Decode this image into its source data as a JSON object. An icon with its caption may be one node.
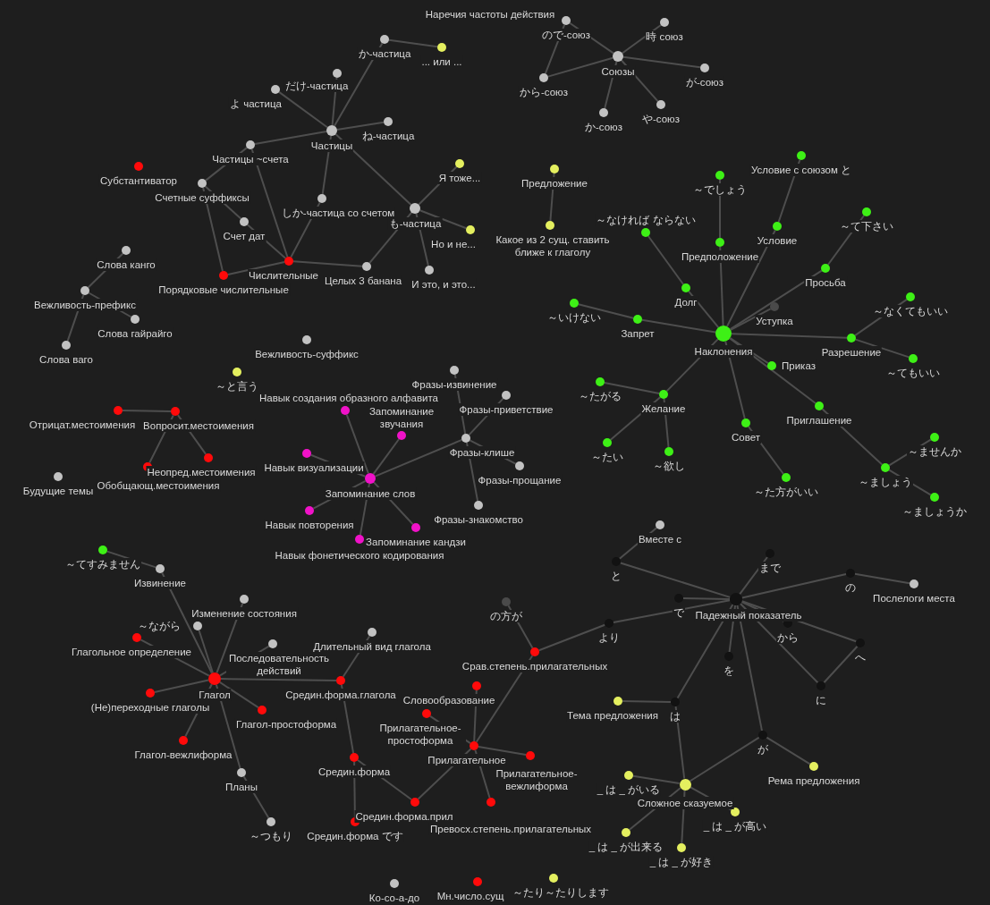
{
  "diagram": {
    "nodes": [
      {
        "text": [
          "か-частица"
        ]
      },
      {
        "text": [
          "... или ..."
        ]
      },
      {
        "text": [
          "だけ-частица"
        ]
      },
      {
        "text": [
          "よ частица"
        ]
      },
      {
        "text": [
          "ね-частица"
        ]
      },
      {
        "text": [
          "Частицы"
        ]
      },
      {
        "text": [
          "Частицы ~счета"
        ]
      },
      {
        "text": [
          "Субстантиватор"
        ]
      },
      {
        "text": [
          "Я тоже..."
        ]
      },
      {
        "text": [
          "Счетные суффиксы"
        ]
      },
      {
        "text": [
          "しか-частица со счетом"
        ]
      },
      {
        "text": [
          "も-частица"
        ]
      },
      {
        "text": [
          "Счет дат"
        ]
      },
      {
        "text": [
          "Но и не..."
        ]
      },
      {
        "text": [
          "Числительные"
        ]
      },
      {
        "text": [
          "Порядковые числительные"
        ]
      },
      {
        "text": [
          "Целых 3 банана"
        ]
      },
      {
        "text": [
          "И это, и это..."
        ]
      },
      {
        "text": [
          "ので-союз"
        ]
      },
      {
        "text": [
          "時 союз"
        ]
      },
      {
        "text": [
          "Союзы"
        ]
      },
      {
        "text": [
          "が-союз"
        ]
      },
      {
        "text": [
          "から-союз"
        ]
      },
      {
        "text": [
          "や-союз"
        ]
      },
      {
        "text": [
          "か-союз"
        ]
      },
      {
        "text": [
          "Предложение"
        ]
      },
      {
        "text": [
          "Какое из 2 сущ. ставить ближе к глаголу"
        ]
      },
      {
        "text": [
          "Слова канго"
        ]
      },
      {
        "text": [
          "Вежливость-префикс"
        ]
      },
      {
        "text": [
          "Слова гайрайго"
        ]
      },
      {
        "text": [
          "Слова ваго"
        ]
      },
      {
        "text": [
          "Вежливость-суффикс"
        ]
      },
      {
        "text": [
          "～と言う"
        ]
      },
      {
        "text": [
          "Условие с союзом と"
        ]
      },
      {
        "text": [
          "～でしょう"
        ]
      },
      {
        "text": [
          "～て下さい"
        ]
      },
      {
        "text": [
          "Условие"
        ]
      },
      {
        "text": [
          "～なければ ならない"
        ]
      },
      {
        "text": [
          "Предположение"
        ]
      },
      {
        "text": [
          "Просьба"
        ]
      },
      {
        "text": [
          "Долг"
        ]
      },
      {
        "text": [
          "～なくてもいい"
        ]
      },
      {
        "text": [
          "～いけない"
        ]
      },
      {
        "text": [
          "Уступка"
        ]
      },
      {
        "text": [
          "Запрет"
        ]
      },
      {
        "text": [
          "Наклонения"
        ]
      },
      {
        "text": [
          "Разрешение"
        ]
      },
      {
        "text": [
          "～てもいい"
        ]
      },
      {
        "text": [
          "Приказ"
        ]
      },
      {
        "text": [
          "～たがる"
        ]
      },
      {
        "text": [
          "Желание"
        ]
      },
      {
        "text": [
          "Приглашение"
        ]
      },
      {
        "text": [
          "Совет"
        ]
      },
      {
        "text": [
          "～ませんか"
        ]
      },
      {
        "text": [
          "～たい"
        ]
      },
      {
        "text": [
          "～欲し"
        ]
      },
      {
        "text": [
          "～ましょう"
        ]
      },
      {
        "text": [
          "～た方がいい"
        ]
      },
      {
        "text": [
          "～ましょうか"
        ]
      },
      {
        "text": [
          "Отрицат.местоимения"
        ]
      },
      {
        "text": [
          "Вопросит.местоимения"
        ]
      },
      {
        "text": [
          "Неопред.местоимения"
        ]
      },
      {
        "text": [
          "Обобщающ.местоимения"
        ]
      },
      {
        "text": [
          "Будущие темы"
        ]
      },
      {
        "text": [
          "Фразы-извинение"
        ]
      },
      {
        "text": [
          "Фразы-приветствие"
        ]
      },
      {
        "text": [
          "Навык создания образного алфавита"
        ]
      },
      {
        "text": [
          "Запоминание звучания"
        ]
      },
      {
        "text": [
          "Фразы-клише"
        ]
      },
      {
        "text": [
          "Навык визуализации"
        ]
      },
      {
        "text": [
          "Фразы-прощание"
        ]
      },
      {
        "text": [
          "Запоминание слов"
        ]
      },
      {
        "text": [
          "Фразы-знакомство"
        ]
      },
      {
        "text": [
          "Навык повторения"
        ]
      },
      {
        "text": [
          "Запоминание кандзи"
        ]
      },
      {
        "text": [
          "Навык фонетического кодирования"
        ]
      },
      {
        "text": [
          "～てすみません"
        ]
      },
      {
        "text": [
          "Извинение"
        ]
      },
      {
        "text": [
          "Изменение состояния"
        ]
      },
      {
        "text": [
          "～ながら"
        ]
      },
      {
        "text": [
          "Глагольное определение"
        ]
      },
      {
        "text": [
          "Длительный вид глагола"
        ]
      },
      {
        "text": [
          "Последовательность действий"
        ]
      },
      {
        "text": [
          "Глагол"
        ]
      },
      {
        "text": [
          "Средин.форма.глагола"
        ]
      },
      {
        "text": [
          "(Не)переходные глаголы"
        ]
      },
      {
        "text": [
          "Глагол-простоформа"
        ]
      },
      {
        "text": [
          "Глагол-вежлиформа"
        ]
      },
      {
        "text": [
          "Средин.форма"
        ]
      },
      {
        "text": [
          "Планы"
        ]
      },
      {
        "text": [
          "Средин.форма.прил"
        ]
      },
      {
        "text": [
          "Средин.форма です"
        ]
      },
      {
        "text": [
          "～つもり"
        ]
      },
      {
        "text": [
          "の方が"
        ]
      },
      {
        "text": [
          "Срав.степень.прилагательных"
        ]
      },
      {
        "text": [
          "Словообразование"
        ]
      },
      {
        "text": [
          "Прилагательное-простоформа"
        ]
      },
      {
        "text": [
          "Прилагательное"
        ]
      },
      {
        "text": [
          "Прилагательное-вежлиформа"
        ]
      },
      {
        "text": [
          "Превосх.степень.прилагательных"
        ]
      },
      {
        "text": [
          "Вместе с"
        ]
      },
      {
        "text": [
          "まで"
        ]
      },
      {
        "text": [
          "と"
        ]
      },
      {
        "text": [
          "の"
        ]
      },
      {
        "text": [
          "Послелоги места"
        ]
      },
      {
        "text": [
          "で"
        ]
      },
      {
        "text": [
          "Падежный показатель"
        ]
      },
      {
        "text": [
          "より"
        ]
      },
      {
        "text": [
          "から"
        ]
      },
      {
        "text": [
          "へ"
        ]
      },
      {
        "text": [
          "を"
        ]
      },
      {
        "text": [
          "に"
        ]
      },
      {
        "text": [
          "Тема предложения"
        ]
      },
      {
        "text": [
          "は"
        ]
      },
      {
        "text": [
          "が"
        ]
      },
      {
        "text": [
          "Рема предложения"
        ]
      },
      {
        "text": [
          "_ は _ がいる"
        ]
      },
      {
        "text": [
          "Сложное сказуемое"
        ]
      },
      {
        "text": [
          "_ は _ が高い"
        ]
      },
      {
        "text": [
          "_ は _ が出来る"
        ]
      },
      {
        "text": [
          "_ は _ が好き"
        ]
      },
      {
        "text": [
          "Ко-со-а-до"
        ]
      },
      {
        "text": [
          "Мн.число.сущ"
        ]
      },
      {
        "text": [
          "～たり～たりします"
        ]
      }
    ],
    "edges": [
      {
        "from": 0,
        "to": 5,
        "arrow": "none"
      },
      {
        "from": 0,
        "to": 1,
        "arrow": "none"
      },
      {
        "from": 2,
        "to": 5,
        "arrow": "none"
      },
      {
        "from": 3,
        "to": 5,
        "arrow": "none"
      },
      {
        "from": 4,
        "to": 5,
        "arrow": "none"
      },
      {
        "from": 5,
        "to": 6,
        "arrow": "none"
      },
      {
        "from": 5,
        "to": 10,
        "arrow": "none"
      },
      {
        "from": 5,
        "to": 11,
        "arrow": "none"
      },
      {
        "from": 6,
        "to": 9,
        "arrow": "none"
      },
      {
        "from": 6,
        "to": 14,
        "arrow": "none"
      },
      {
        "from": 9,
        "to": 12,
        "arrow": "none"
      },
      {
        "from": 12,
        "to": 14,
        "arrow": "none"
      },
      {
        "from": 9,
        "to": 15,
        "arrow": "none"
      },
      {
        "from": 15,
        "to": 14,
        "arrow": "none"
      },
      {
        "from": 10,
        "to": 14,
        "arrow": "none"
      },
      {
        "from": 14,
        "to": 16,
        "arrow": "none"
      },
      {
        "from": 11,
        "to": 8,
        "arrow": "none"
      },
      {
        "from": 11,
        "to": 13,
        "arrow": "none"
      },
      {
        "from": 11,
        "to": 16,
        "arrow": "none"
      },
      {
        "from": 11,
        "to": 17,
        "arrow": "none"
      },
      {
        "from": 18,
        "to": 22,
        "arrow": "none"
      },
      {
        "from": 18,
        "to": 20,
        "arrow": "none"
      },
      {
        "from": 19,
        "to": 20,
        "arrow": "none"
      },
      {
        "from": 20,
        "to": 21,
        "arrow": "none"
      },
      {
        "from": 20,
        "to": 22,
        "arrow": "none"
      },
      {
        "from": 20,
        "to": 23,
        "arrow": "none"
      },
      {
        "from": 20,
        "to": 24,
        "arrow": "none"
      },
      {
        "from": 25,
        "to": 26,
        "arrow": "none"
      },
      {
        "from": 27,
        "to": 28,
        "arrow": "none"
      },
      {
        "from": 28,
        "to": 29,
        "arrow": "none"
      },
      {
        "from": 28,
        "to": 30,
        "arrow": "none"
      },
      {
        "from": 34,
        "to": 38,
        "arrow": "none"
      },
      {
        "from": 38,
        "to": 45,
        "arrow": "none"
      },
      {
        "from": 33,
        "to": 36,
        "arrow": "none"
      },
      {
        "from": 36,
        "to": 45,
        "arrow": "none"
      },
      {
        "from": 35,
        "to": 39,
        "arrow": "none"
      },
      {
        "from": 39,
        "to": 45,
        "arrow": "none"
      },
      {
        "from": 43,
        "to": 45,
        "arrow": "none"
      },
      {
        "from": 37,
        "to": 40,
        "arrow": "none"
      },
      {
        "from": 40,
        "to": 45,
        "arrow": "none"
      },
      {
        "from": 42,
        "to": 44,
        "arrow": "none"
      },
      {
        "from": 44,
        "to": 45,
        "arrow": "none"
      },
      {
        "from": 45,
        "to": 46,
        "arrow": "none"
      },
      {
        "from": 46,
        "to": 41,
        "arrow": "none"
      },
      {
        "from": 46,
        "to": 47,
        "arrow": "none"
      },
      {
        "from": 45,
        "to": 48,
        "arrow": "none"
      },
      {
        "from": 45,
        "to": 51,
        "arrow": "none"
      },
      {
        "from": 51,
        "to": 56,
        "arrow": "none"
      },
      {
        "from": 56,
        "to": 53,
        "arrow": "none"
      },
      {
        "from": 56,
        "to": 58,
        "arrow": "none"
      },
      {
        "from": 45,
        "to": 50,
        "arrow": "none"
      },
      {
        "from": 49,
        "to": 50,
        "arrow": "none"
      },
      {
        "from": 50,
        "to": 54,
        "arrow": "none"
      },
      {
        "from": 50,
        "to": 55,
        "arrow": "none"
      },
      {
        "from": 45,
        "to": 52,
        "arrow": "none"
      },
      {
        "from": 52,
        "to": 57,
        "arrow": "none"
      },
      {
        "from": 59,
        "to": 60,
        "arrow": "none"
      },
      {
        "from": 60,
        "to": 61,
        "arrow": "none"
      },
      {
        "from": 60,
        "to": 62,
        "arrow": "none"
      },
      {
        "from": 64,
        "to": 68,
        "arrow": "none"
      },
      {
        "from": 65,
        "to": 68,
        "arrow": "none"
      },
      {
        "from": 68,
        "to": 70,
        "arrow": "none"
      },
      {
        "from": 68,
        "to": 72,
        "arrow": "none"
      },
      {
        "from": 68,
        "to": 71,
        "arrow": "none"
      },
      {
        "from": 71,
        "to": 66,
        "arrow": "none"
      },
      {
        "from": 71,
        "to": 67,
        "arrow": "none"
      },
      {
        "from": 71,
        "to": 69,
        "arrow": "none"
      },
      {
        "from": 71,
        "to": 73,
        "arrow": "none"
      },
      {
        "from": 71,
        "to": 74,
        "arrow": "none"
      },
      {
        "from": 71,
        "to": 75,
        "arrow": "none"
      },
      {
        "from": 76,
        "to": 77,
        "arrow": "none"
      },
      {
        "from": 77,
        "to": 83,
        "arrow": "none"
      },
      {
        "from": 78,
        "to": 83,
        "arrow": "none"
      },
      {
        "from": 79,
        "to": 83,
        "arrow": "none"
      },
      {
        "from": 80,
        "to": 83,
        "arrow": "none"
      },
      {
        "from": 82,
        "to": 83,
        "arrow": "none"
      },
      {
        "from": 83,
        "to": 84,
        "arrow": "none"
      },
      {
        "from": 85,
        "to": 83,
        "arrow": "none"
      },
      {
        "from": 86,
        "to": 83,
        "arrow": "none"
      },
      {
        "from": 87,
        "to": 83,
        "arrow": "none"
      },
      {
        "from": 83,
        "to": 89,
        "arrow": "none"
      },
      {
        "from": 89,
        "to": 92,
        "arrow": "none"
      },
      {
        "from": 84,
        "to": 81,
        "arrow": "none"
      },
      {
        "from": 84,
        "to": 88,
        "arrow": "none"
      },
      {
        "from": 88,
        "to": 91,
        "arrow": "none"
      },
      {
        "from": 88,
        "to": 90,
        "arrow": "none"
      },
      {
        "from": 90,
        "to": 97,
        "arrow": "none"
      },
      {
        "from": 97,
        "to": 95,
        "arrow": "none"
      },
      {
        "from": 97,
        "to": 96,
        "arrow": "none"
      },
      {
        "from": 97,
        "to": 98,
        "arrow": "none"
      },
      {
        "from": 97,
        "to": 99,
        "arrow": "none"
      },
      {
        "from": 97,
        "to": 94,
        "arrow": "none"
      },
      {
        "from": 94,
        "to": 93,
        "arrow": "none"
      },
      {
        "from": 94,
        "to": 107,
        "arrow": "none"
      },
      {
        "from": 100,
        "to": 102,
        "arrow": "none"
      },
      {
        "from": 102,
        "to": 106,
        "arrow": "none"
      },
      {
        "from": 101,
        "to": 106,
        "arrow": "none"
      },
      {
        "from": 105,
        "to": 106,
        "arrow": "none"
      },
      {
        "from": 103,
        "to": 106,
        "arrow": "none"
      },
      {
        "from": 103,
        "to": 104,
        "arrow": "none"
      },
      {
        "from": 106,
        "to": 107,
        "arrow": "none"
      },
      {
        "from": 106,
        "to": 108,
        "arrow": "none"
      },
      {
        "from": 106,
        "to": 109,
        "arrow": "none"
      },
      {
        "from": 109,
        "to": 111,
        "arrow": "none"
      },
      {
        "from": 106,
        "to": 111,
        "arrow": "none"
      },
      {
        "from": 106,
        "to": 110,
        "arrow": "none"
      },
      {
        "from": 106,
        "to": 113,
        "arrow": "none"
      },
      {
        "from": 106,
        "to": 114,
        "arrow": "none"
      },
      {
        "from": 112,
        "to": 113,
        "arrow": "none"
      },
      {
        "from": 113,
        "to": 117,
        "arrow": "none"
      },
      {
        "from": 114,
        "to": 117,
        "arrow": "none"
      },
      {
        "from": 114,
        "to": 115,
        "arrow": "none"
      },
      {
        "from": 117,
        "to": 116,
        "arrow": "none"
      },
      {
        "from": 117,
        "to": 118,
        "arrow": "none"
      },
      {
        "from": 117,
        "to": 119,
        "arrow": "none"
      },
      {
        "from": 117,
        "to": 120,
        "arrow": "none"
      }
    ],
    "labels": [
      "Наречия частоты действия"
    ]
  }
}
